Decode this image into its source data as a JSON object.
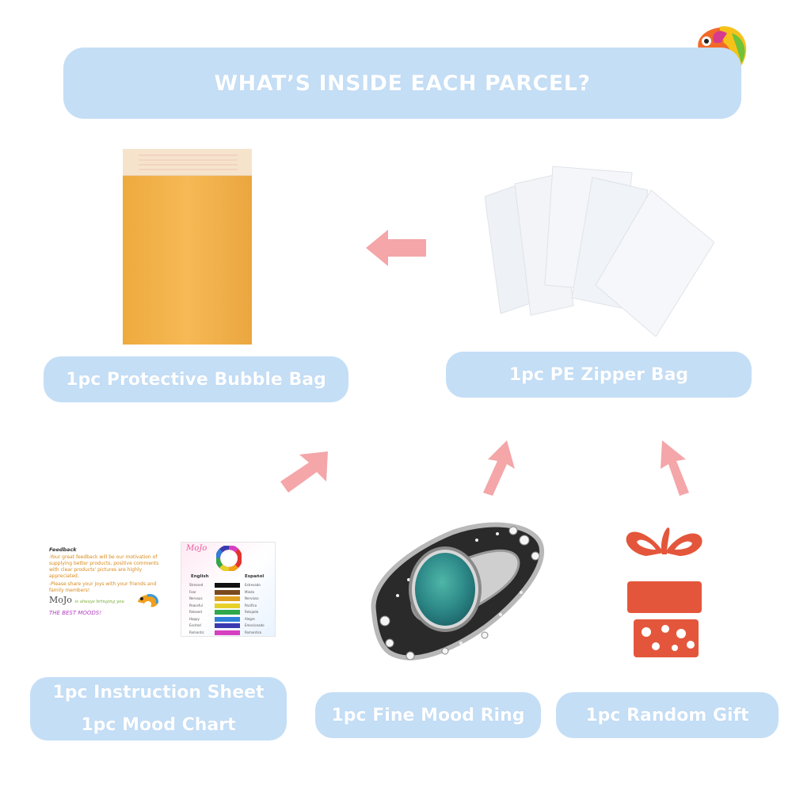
{
  "banner": {
    "title": "WHAT’S INSIDE EACH PARCEL?"
  },
  "labels": {
    "bubble_bag": "1pc Protective Bubble Bag",
    "zipper_bag": "1pc PE Zipper Bag",
    "instruction_sheet": "1pc Instruction Sheet",
    "mood_chart": "1pc Mood Chart",
    "mood_ring": "1pc Fine Mood Ring",
    "random_gift": "1pc Random Gift"
  },
  "feedback_card": {
    "title": "Feedback",
    "line1": "-Your great feedback will be our motivation of supplying better products, positive comments with clear products' pictures are highly appreciated.",
    "line2": "-Please share your joys with your friends and family members!",
    "brand": "MoJo",
    "tagline": "is always bringing you",
    "best": "THE BEST MOODS!"
  },
  "mood_chart_card": {
    "brand": "MoJo",
    "header_en": "English",
    "header_es": "Español",
    "rows": [
      {
        "en": "Stressed",
        "es": "Estresado",
        "color": "#111111"
      },
      {
        "en": "Fear",
        "es": "Miedo",
        "color": "#7a4a1e"
      },
      {
        "en": "Nervous",
        "es": "Nervioso",
        "color": "#e0a020"
      },
      {
        "en": "Peaceful",
        "es": "Pacifico",
        "color": "#e6d02a"
      },
      {
        "en": "Relaxed",
        "es": "Relajado",
        "color": "#2fa84a"
      },
      {
        "en": "Happy",
        "es": "Alegre",
        "color": "#2f7fd8"
      },
      {
        "en": "Excited",
        "es": "Emocionado",
        "color": "#3a3ab0"
      },
      {
        "en": "Romantic",
        "es": "Romantico",
        "color": "#d63fbf"
      }
    ]
  },
  "colors": {
    "pill_bg": "#c4def6",
    "pill_text": "#ffffff",
    "arrow": "#f4a6a8",
    "bubble_bag": "#f1b24a",
    "gift": "#e4563b"
  },
  "icons": [
    "chameleon-logo-icon",
    "arrow-left-icon",
    "arrow-up-icon",
    "gift-icon"
  ]
}
